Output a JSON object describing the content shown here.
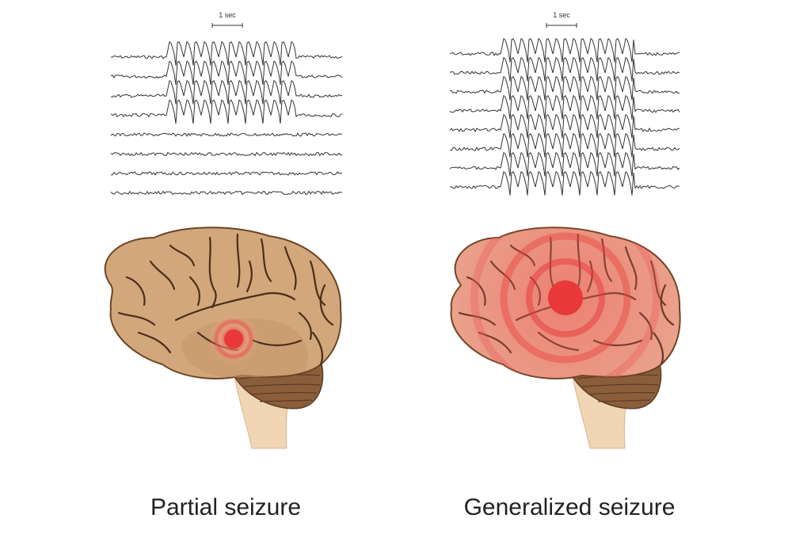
{
  "panels": [
    {
      "id": "partial",
      "caption": "Partial seizure",
      "scale_label": "1 sec",
      "channels_total": 8,
      "channels_with_spike_wave": 4,
      "pattern": "focal"
    },
    {
      "id": "generalized",
      "caption": "Generalized seizure",
      "scale_label": "1 sec",
      "channels_total": 8,
      "channels_with_spike_wave": 8,
      "pattern": "generalized"
    }
  ],
  "colors": {
    "background": "#ffffff",
    "trace": "#333333",
    "brain_fill": "#d2a77c",
    "brain_fill_generalized": "#e9a58f",
    "sulci": "#4a2e1a",
    "cerebellum": "#8a5e3b",
    "brainstem": "#f0d6b5",
    "seizure_focus": "#e8383a",
    "caption_text": "#222222"
  },
  "icons": {
    "partial_brain": "brain-lateral-icon",
    "generalized_brain": "brain-lateral-icon"
  }
}
